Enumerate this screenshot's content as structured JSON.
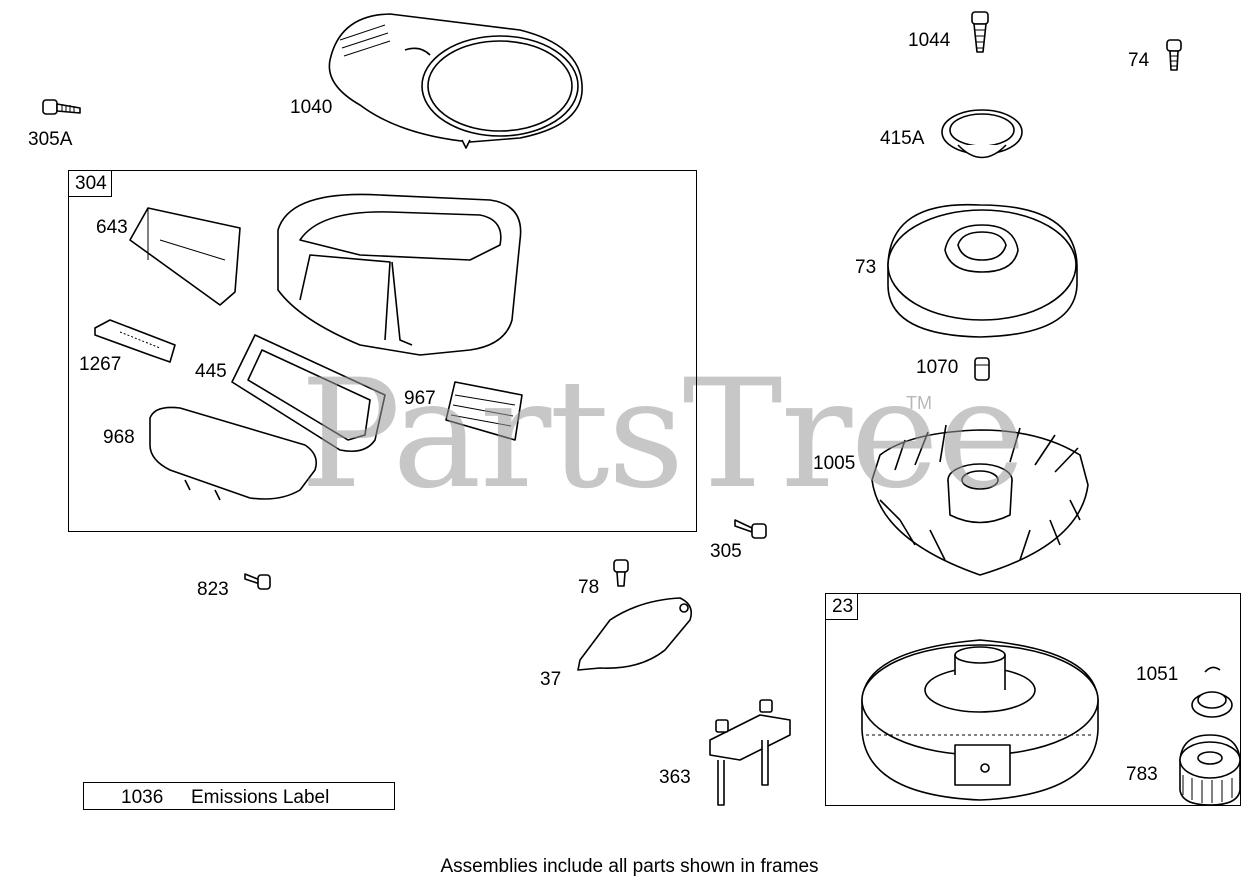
{
  "watermark": {
    "text": "PartsTree",
    "tm": "TM"
  },
  "frames": [
    {
      "id": "304",
      "tag": "304"
    },
    {
      "id": "23",
      "tag": "23"
    }
  ],
  "parts": {
    "p1040": "1040",
    "p305A": "305A",
    "p1044": "1044",
    "p74": "74",
    "p415A": "415A",
    "p643": "643",
    "p1267": "1267",
    "p445": "445",
    "p967": "967",
    "p968": "968",
    "p73": "73",
    "p1070": "1070",
    "p1005": "1005",
    "p305": "305",
    "p823": "823",
    "p78": "78",
    "p37": "37",
    "p363": "363",
    "p1051": "1051",
    "p783": "783"
  },
  "emissions_label": {
    "number": "1036",
    "text": "Emissions Label"
  },
  "footer": "Assemblies include all parts shown in frames"
}
